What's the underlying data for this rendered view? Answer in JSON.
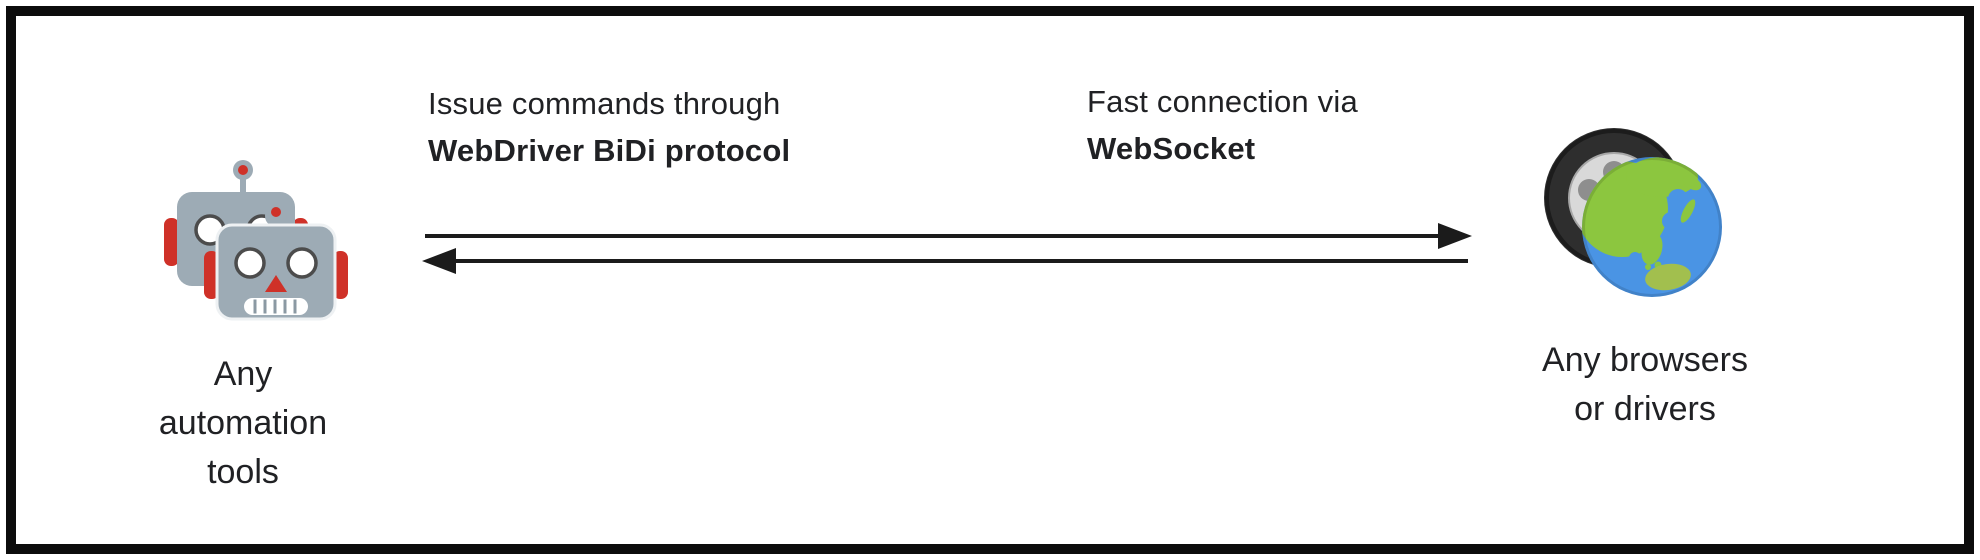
{
  "diagram": {
    "left_node": {
      "icon": "robot-faces-emoji",
      "label_lines": [
        "Any",
        "automation",
        "tools"
      ]
    },
    "right_node": {
      "icon": "wheel-and-globe-emoji",
      "label_lines": [
        "Any browsers",
        "or drivers"
      ]
    },
    "connections": [
      {
        "direction": "left-to-right",
        "caption_regular": "Issue commands through",
        "caption_bold": "WebDriver BiDi protocol"
      },
      {
        "direction": "right-to-left",
        "caption_regular": "Fast connection via",
        "caption_bold": "WebSocket"
      }
    ],
    "colors": {
      "text": "#202124",
      "arrow": "#1b1b1b",
      "frame_border": "#0c0c0c",
      "background": "#ffffff",
      "robot_body": "#9dabb5",
      "robot_red": "#cf3128",
      "globe_ocean": "#4a94e4",
      "globe_land": "#8cc63f",
      "australia_land": "#a2bf4e",
      "tire_black": "#2e2e2e",
      "rim_silver": "#d9d9d9"
    }
  }
}
